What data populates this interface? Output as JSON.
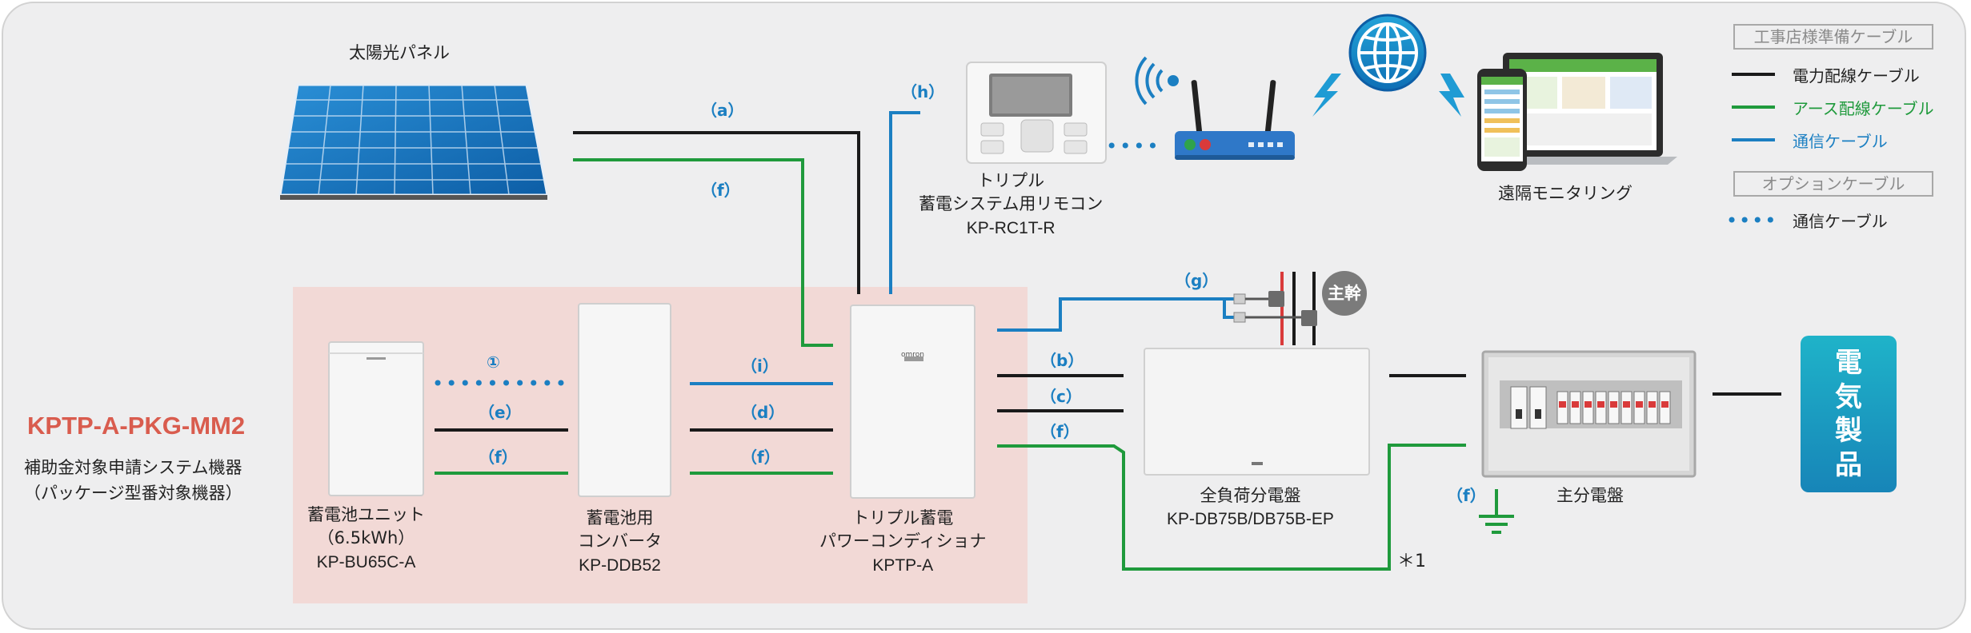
{
  "package": {
    "model": "KPTP-A-PKG-MM2",
    "desc_line1": "補助金対象申請システム機器",
    "desc_line2": "（パッケージ型番対象機器）"
  },
  "devices": {
    "solar_panel": {
      "name": "太陽光パネル"
    },
    "remote": {
      "name_line1": "トリプル",
      "name_line2": "蓄電システム用リモコン",
      "model": "KP-RC1T-R"
    },
    "monitoring": {
      "name": "遠隔モニタリング"
    },
    "battery": {
      "name": "蓄電池ユニット",
      "capacity": "（6.5kWh）",
      "model": "KP-BU65C-A"
    },
    "converter": {
      "name_line1": "蓄電池用",
      "name_line2": "コンバータ",
      "model": "KP-DDB52"
    },
    "pcs": {
      "name_line1": "トリプル蓄電",
      "name_line2": "パワーコンディショナ",
      "model": "KPTP-A"
    },
    "full_load_panel": {
      "name": "全負荷分電盤",
      "model": "KP-DB75B/DB75B-EP"
    },
    "main_panel": {
      "name": "主分電盤"
    },
    "appliance": {
      "line1": "電",
      "line2": "気",
      "line3": "製",
      "line4": "品"
    },
    "trunk_badge": "主幹",
    "pcs_brand": "omron"
  },
  "cable_labels": {
    "a": "（a）",
    "h": "（h）",
    "f_solar": "（f）",
    "g": "（g）",
    "one": "①",
    "e": "（e）",
    "f_battery": "（f）",
    "i": "（i）",
    "d": "（d）",
    "f_converter": "（f）",
    "b": "（b）",
    "c": "（c）",
    "f_pcs": "（f）",
    "f_ground": "（f）",
    "note": "＊1"
  },
  "legend": {
    "contractor_title": "工事店様準備ケーブル",
    "power": "電力配線ケーブル",
    "earth": "アース配線ケーブル",
    "comm": "通信ケーブル",
    "option_title": "オプションケーブル",
    "option_comm": "通信ケーブル"
  },
  "colors": {
    "power": "#1a1a1a",
    "earth": "#1f9a3c",
    "comm": "#1b7fc2",
    "accent_red": "#d95c4e",
    "package_bg": "#f2d9d6"
  },
  "icons": [
    "solar-panel-icon",
    "remote-control-icon",
    "wifi-icon",
    "router-icon",
    "globe-icon",
    "lightning-icon",
    "laptop-icon",
    "tablet-icon",
    "battery-icon",
    "converter-icon",
    "pcs-icon",
    "breaker-icon",
    "distribution-panel-icon",
    "ground-icon"
  ]
}
